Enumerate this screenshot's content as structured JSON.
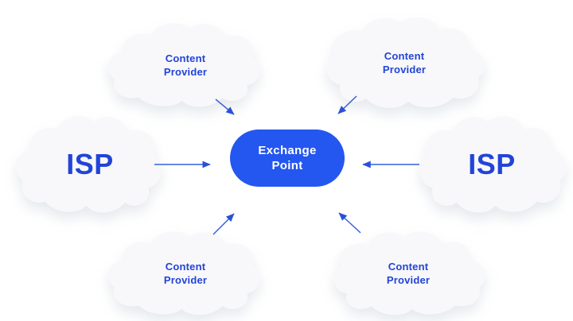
{
  "diagram": {
    "type": "network-topology",
    "center_node": {
      "id": "exchange-point",
      "label": "Exchange Point",
      "shape": "pill",
      "bg_color": "#2456f0",
      "text_color": "#ffffff"
    },
    "nodes": [
      {
        "id": "content-provider-top-left",
        "label": "Content Provider",
        "position": "top-left",
        "shape": "cloud"
      },
      {
        "id": "content-provider-top-right",
        "label": "Content Provider",
        "position": "top-right",
        "shape": "cloud"
      },
      {
        "id": "isp-left",
        "label": "ISP",
        "position": "middle-left",
        "shape": "cloud"
      },
      {
        "id": "isp-right",
        "label": "ISP",
        "position": "middle-right",
        "shape": "cloud"
      },
      {
        "id": "content-provider-bottom-left",
        "label": "Content Provider",
        "position": "bottom-left",
        "shape": "cloud"
      },
      {
        "id": "content-provider-bottom-right",
        "label": "Content Provider",
        "position": "bottom-right",
        "shape": "cloud"
      }
    ],
    "edges": [
      {
        "from": "content-provider-top-left",
        "to": "exchange-point",
        "direction": "down-right"
      },
      {
        "from": "content-provider-top-right",
        "to": "exchange-point",
        "direction": "down-left"
      },
      {
        "from": "isp-left",
        "to": "exchange-point",
        "direction": "right"
      },
      {
        "from": "isp-right",
        "to": "exchange-point",
        "direction": "left"
      },
      {
        "from": "content-provider-bottom-left",
        "to": "exchange-point",
        "direction": "up-right"
      },
      {
        "from": "content-provider-bottom-right",
        "to": "exchange-point",
        "direction": "up-left"
      }
    ],
    "colors": {
      "background": "#ffffff",
      "cloud_fill": "#f8f8fa",
      "cloud_shadow": "rgba(173,181,197,0.30)",
      "node_label_text": "#2244d8",
      "arrow": "#3560da",
      "center_bg": "#2456f0",
      "center_text": "#ffffff"
    }
  }
}
